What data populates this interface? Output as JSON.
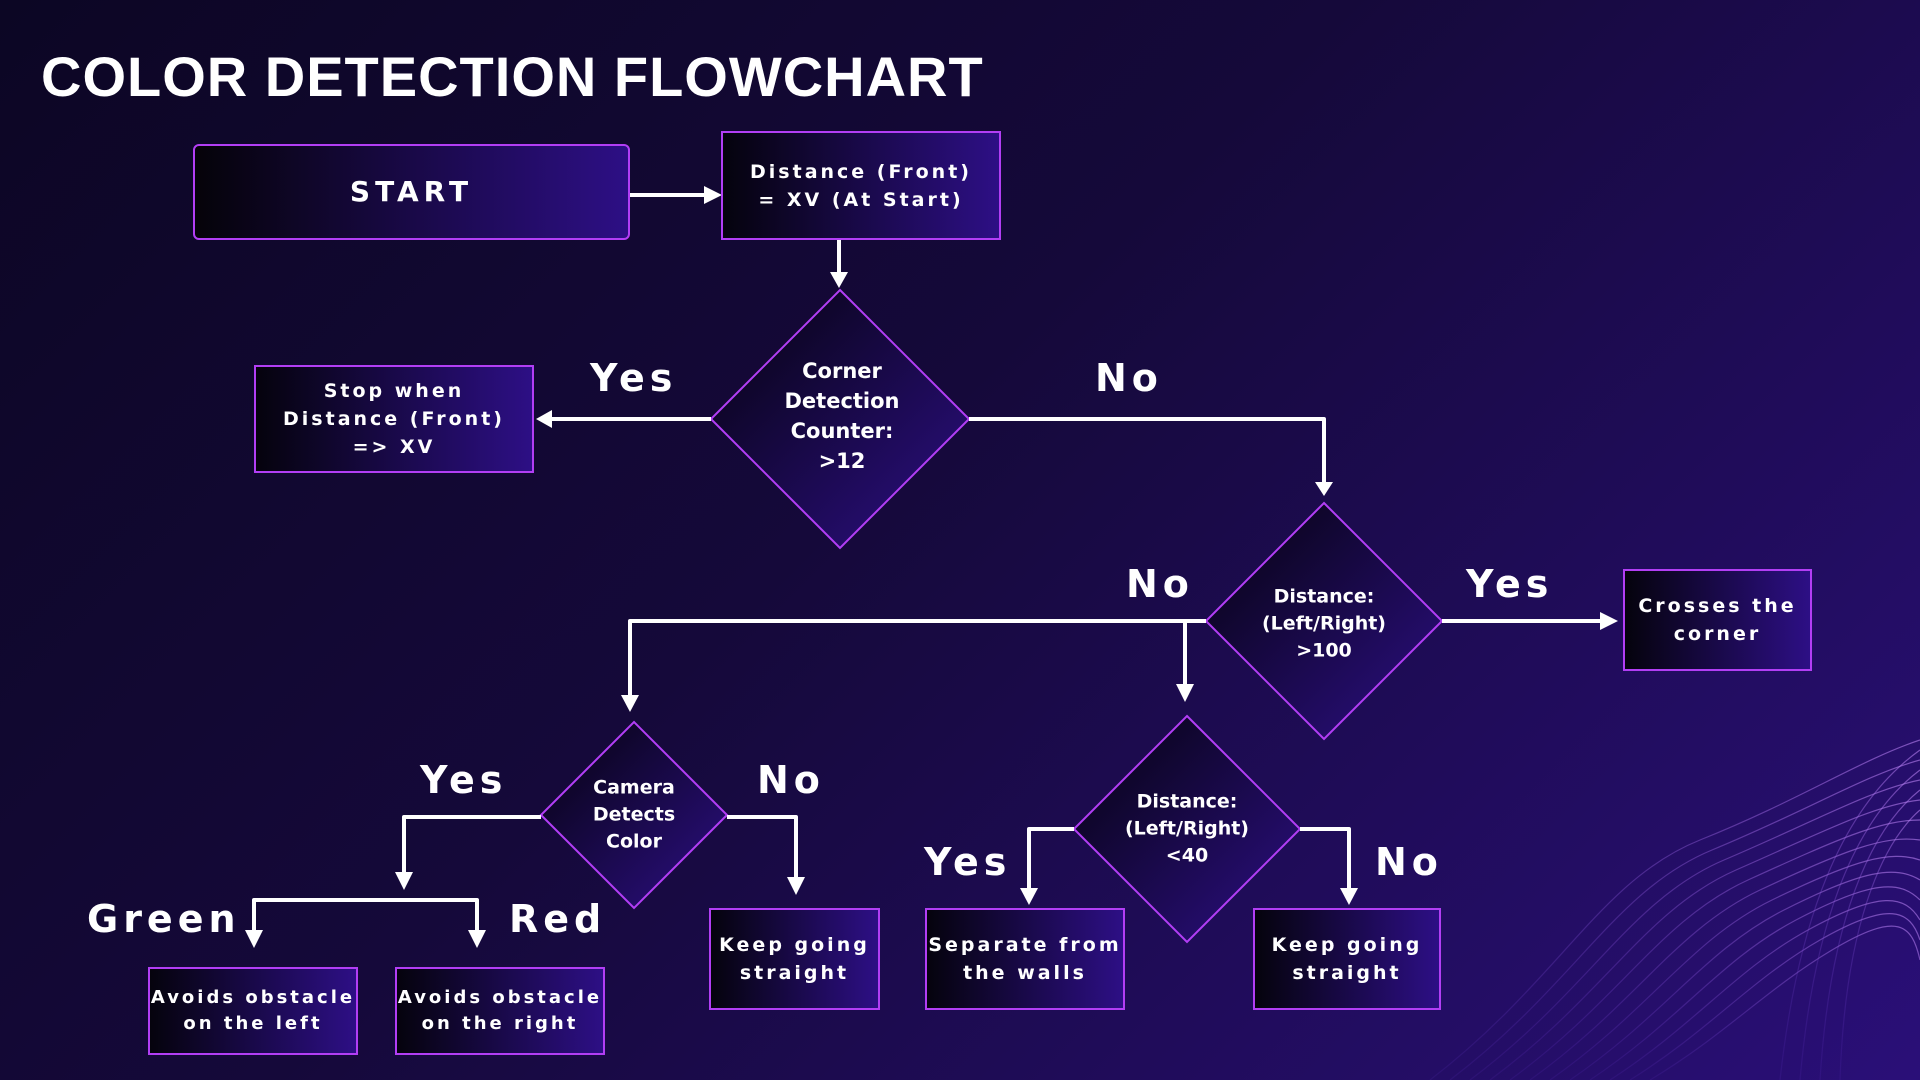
{
  "title": "COLOR DETECTION FLOWCHART",
  "nodes": {
    "start": "START",
    "distance_front": "Distance (Front)\n= XV (At Start)",
    "corner_counter": "Corner\nDetection\nCounter:\n>12",
    "stop_when": "Stop when\nDistance (Front)\n=> XV",
    "distance_lr_100": "Distance:\n(Left/Right)\n>100",
    "crosses_corner": "Crosses the\ncorner",
    "camera_detects": "Camera\nDetects\nColor",
    "distance_lr_40": "Distance:\n(Left/Right)\n<40",
    "keep_straight_1": "Keep going\nstraight",
    "separate_walls": "Separate from\nthe walls",
    "keep_straight_2": "Keep going\nstraight",
    "avoid_left": "Avoids obstacle\non the left",
    "avoid_right": "Avoids obstacle\non the right"
  },
  "labels": {
    "yes_corner": "Yes",
    "no_corner": "No",
    "no_dist100": "No",
    "yes_dist100": "Yes",
    "yes_camera": "Yes",
    "no_camera": "No",
    "yes_dist40": "Yes",
    "no_dist40": "No",
    "green": "Green",
    "red": "Red"
  },
  "colors": {
    "border": "#b23ef5",
    "background": "#15093a",
    "text": "#ffffff"
  }
}
